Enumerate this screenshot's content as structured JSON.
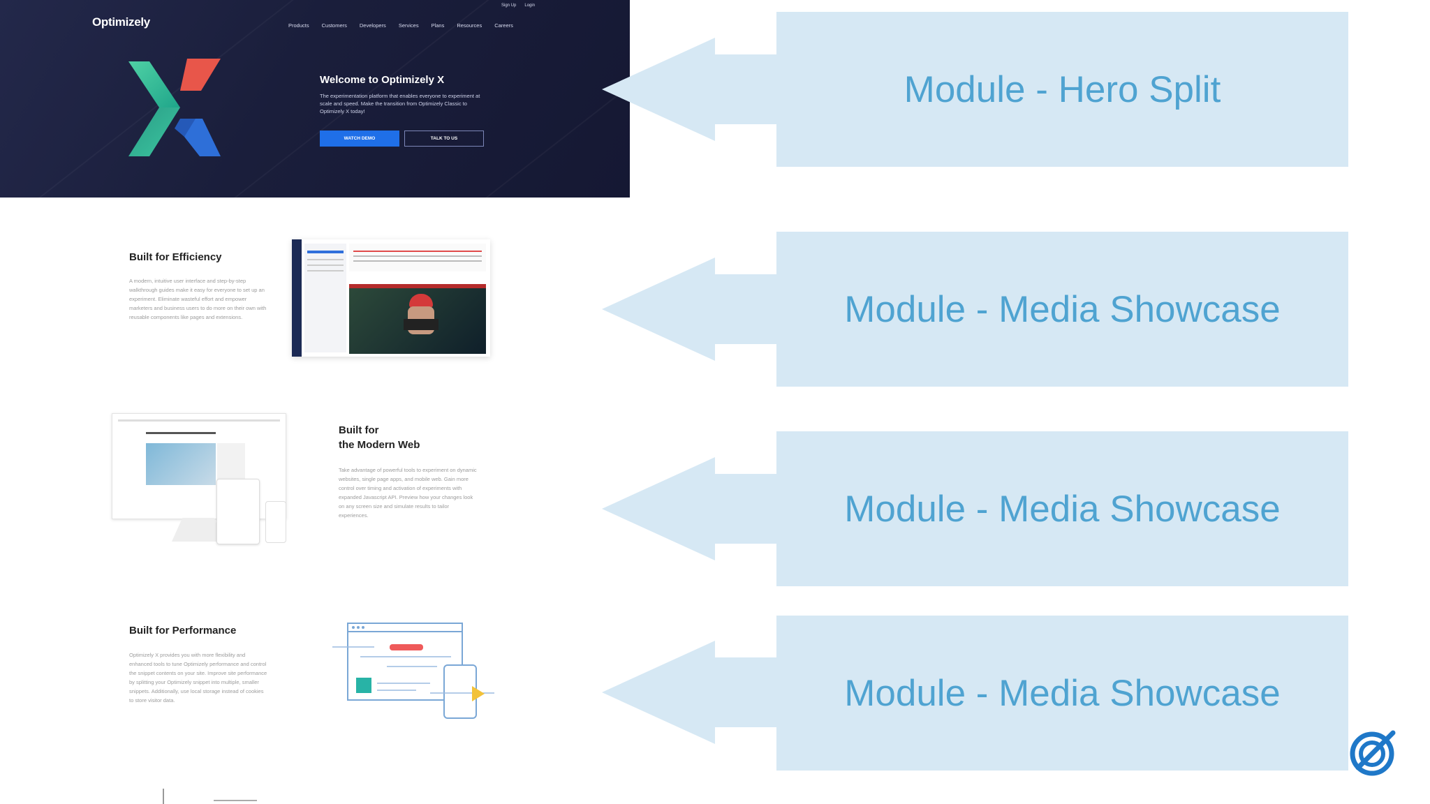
{
  "hero": {
    "brand": "Optimizely",
    "util_nav": [
      "Sign Up",
      "Login"
    ],
    "nav": [
      "Products",
      "Customers",
      "Developers",
      "Services",
      "Plans",
      "Resources",
      "Careers"
    ],
    "title": "Welcome to Optimizely X",
    "description": "The experimentation platform that enables everyone to experiment at scale and speed. Make the transition from Optimizely Classic to Optimizely X today!",
    "watch_demo": "WATCH DEMO",
    "talk_to_us": "TALK TO US"
  },
  "sections": [
    {
      "title": "Built for Efficiency",
      "text": "A modern, intuitive user interface and step-by-step walkthrough guides make it easy for everyone to set up an experiment. Eliminate wasteful effort and empower marketers and business users to do more on their own with reusable components like pages and extensions."
    },
    {
      "title_line1": "Built for",
      "title_line2": "the Modern Web",
      "text": "Take advantage of powerful tools to experiment on dynamic websites, single page apps, and mobile web. Gain more control over timing and activation of experiments with expanded Javascript API. Preview how your changes look on any screen size and simulate results to tailor experiences."
    },
    {
      "title": "Built for Performance",
      "text": "Optimizely X provides you with more flexibility and enhanced tools to tune Optimizely performance and control the snippet contents on your site. Improve site performance by splitting your Optimizely snippet into multiple, smaller snippets. Additionally, use local storage instead of cookies to store visitor data."
    }
  ],
  "callouts": [
    "Module - Hero Split",
    "Module - Media Showcase",
    "Module - Media Showcase",
    "Module - Media Showcase"
  ],
  "colors": {
    "hero_bg": "#1a1e3b",
    "callout_bg": "#d6e8f4",
    "callout_text": "#4fa3d1",
    "primary_button": "#1f6fe8"
  },
  "icons": {
    "corner": "optimizely-compass-icon"
  }
}
